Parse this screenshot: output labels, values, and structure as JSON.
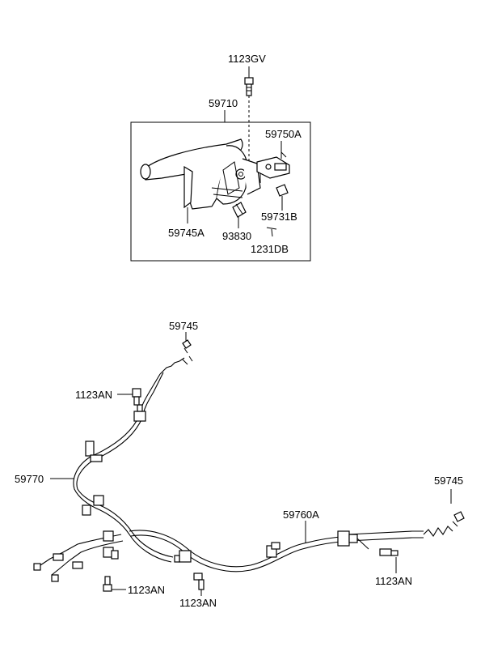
{
  "diagram": {
    "labels": {
      "bolt_top": "1123GV",
      "lever_assembly": "59710",
      "bracket": "59750A",
      "lever_grip": "59745A",
      "clip": "59731B",
      "switch": "93830",
      "screw": "1231DB",
      "clip_upper": "59745",
      "clip_right": "59745",
      "bolt_upper": "1123AN",
      "cable_left": "59770",
      "cable_right": "59760A",
      "bolt_lower_left": "1123AN",
      "bolt_lower_mid": "1123AN",
      "bolt_lower_right": "1123AN"
    }
  }
}
